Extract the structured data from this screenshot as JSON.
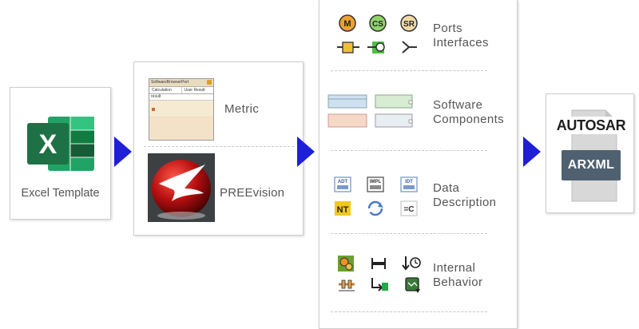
{
  "excel": {
    "label": "Excel Template",
    "logo_letter": "X"
  },
  "tools": {
    "metric": "Metric",
    "preevision": "PREEvision",
    "metric_window": {
      "title": "SoftwareBrowserPort",
      "header_a": "Calculation",
      "header_b": "User Result",
      "row": "result"
    }
  },
  "aspects": {
    "ports": "Ports\nInterfaces",
    "software": "Software\nComponents",
    "data": "Data\nDescription",
    "behavior": "Internal\nBehavior"
  },
  "port_icons": [
    "M",
    "CS",
    "SR"
  ],
  "data_icons": [
    "ADT",
    "IMPL",
    "IDT",
    "NT",
    "",
    "=C"
  ],
  "autosar": {
    "logo": "AUTOSAR",
    "format": "ARXML"
  },
  "colors": {
    "arrow": "#1f1fd6",
    "excel_green": "#1e7145",
    "autosar_box": "#4f6070"
  }
}
